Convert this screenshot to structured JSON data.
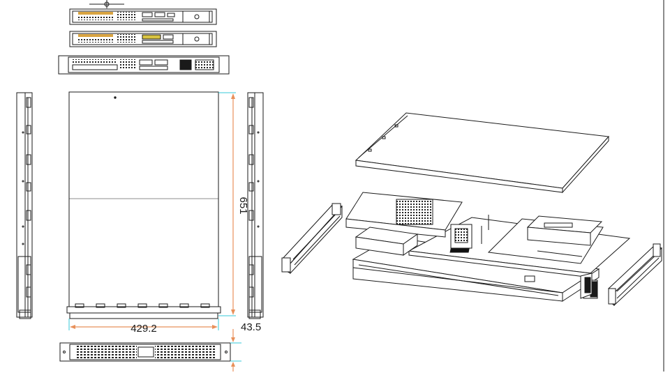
{
  "dimensions": {
    "width_label": "429.2",
    "depth_label": "651",
    "height_label": "43.5"
  },
  "colors": {
    "line": "#1a1a1a",
    "dimension_arrow": "#e8905a",
    "extension_line": "#35c8d8",
    "fill": "#ffffff",
    "heatsink": "#111111"
  }
}
